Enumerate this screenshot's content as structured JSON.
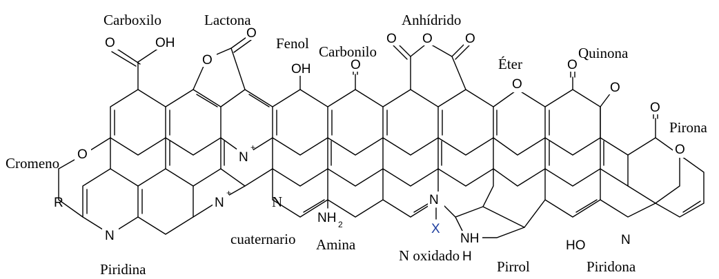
{
  "groups": {
    "carboxilo": "Carboxilo",
    "lactona": "Lactona",
    "fenol": "Fenol",
    "carbonilo": "Carbonilo",
    "anhidrido": "Anhídrido",
    "eter": "Éter",
    "quinona": "Quinona",
    "pirona": "Pirona",
    "cromeno": "Cromeno",
    "n_cuaternario_line1": "N",
    "n_cuaternario_line2": "cuaternario",
    "amina": "Amina",
    "n_oxidado": "N oxidado",
    "pirrol": "Pirrol",
    "piridona": "Piridona",
    "piridina": "Piridina"
  },
  "atoms": {
    "oxygen": "O",
    "hydroxyl": "OH",
    "hydroxyl_left": "HO",
    "nitrogen": "N",
    "nitrogen_h": "NH",
    "amine_nh": "NH",
    "amine_sub": "2",
    "hydrogen": "H",
    "r_group": "R",
    "x_group": "X",
    "plus": "+"
  },
  "colors": {
    "bond": "#000000",
    "text": "#000000",
    "x_group": "#1f3f9f"
  }
}
